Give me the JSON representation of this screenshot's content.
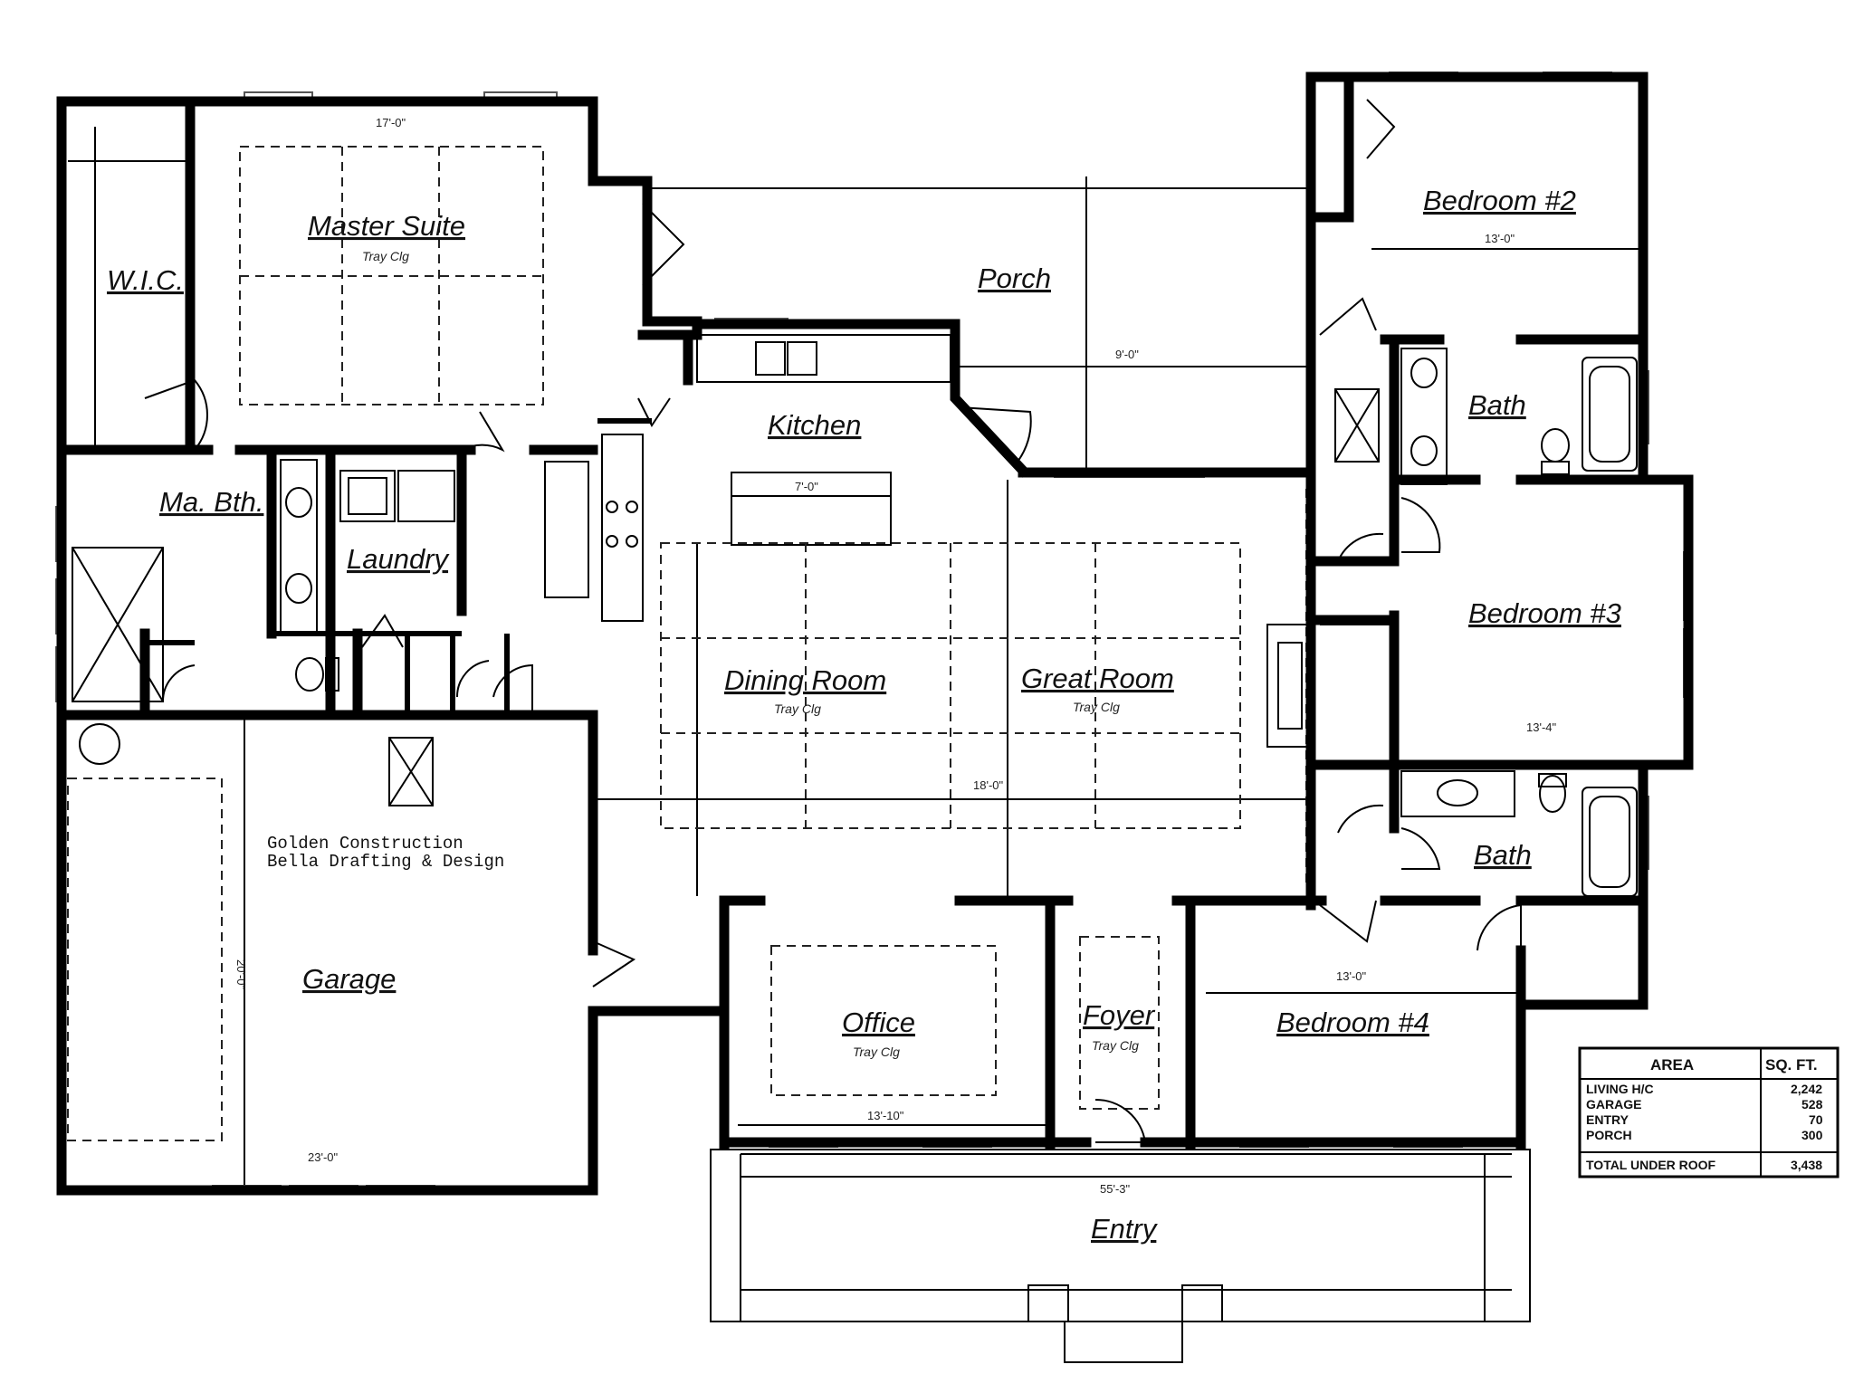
{
  "rooms": {
    "master_suite": {
      "name": "Master Suite",
      "ceiling": "Tray Clg"
    },
    "wic": {
      "name": "W.I.C."
    },
    "ma_bath": {
      "name": "Ma. Bth."
    },
    "laundry": {
      "name": "Laundry"
    },
    "porch": {
      "name": "Porch"
    },
    "kitchen": {
      "name": "Kitchen"
    },
    "dining_room": {
      "name": "Dining Room",
      "ceiling": "Tray Clg"
    },
    "great_room": {
      "name": "Great Room",
      "ceiling": "Tray Clg"
    },
    "bedroom2": {
      "name": "Bedroom #2"
    },
    "bath_upper": {
      "name": "Bath"
    },
    "bedroom3": {
      "name": "Bedroom #3"
    },
    "bath_lower": {
      "name": "Bath"
    },
    "garage": {
      "name": "Garage"
    },
    "office": {
      "name": "Office",
      "ceiling": "Tray Clg"
    },
    "foyer": {
      "name": "Foyer",
      "ceiling": "Tray Clg"
    },
    "bedroom4": {
      "name": "Bedroom #4"
    },
    "entry": {
      "name": "Entry"
    }
  },
  "dimensions": {
    "master_width": "17'-0\"",
    "garage_width": "23'-0\"",
    "garage_depth": "20'-0\"",
    "office_width": "13'-10\"",
    "entry_width": "55'-3\"",
    "island": "7'-0\"",
    "bedroom2_width": "13'-0\"",
    "bedroom3_width": "13'-4\"",
    "bedroom4_width": "13'-0\"",
    "porch_depth": "9'-0\"",
    "great_depth": "18'-0\""
  },
  "credit": {
    "line1": "Golden Construction",
    "line2": "Bella Drafting & Design"
  },
  "area_table": {
    "header_area": "AREA",
    "header_sqft": "SQ. FT.",
    "rows": [
      {
        "label": "LIVING H/C",
        "value": "2,242"
      },
      {
        "label": "GARAGE",
        "value": "528"
      },
      {
        "label": "ENTRY",
        "value": "70"
      },
      {
        "label": "PORCH",
        "value": "300"
      }
    ],
    "total_label": "TOTAL UNDER ROOF",
    "total_value": "3,438"
  }
}
